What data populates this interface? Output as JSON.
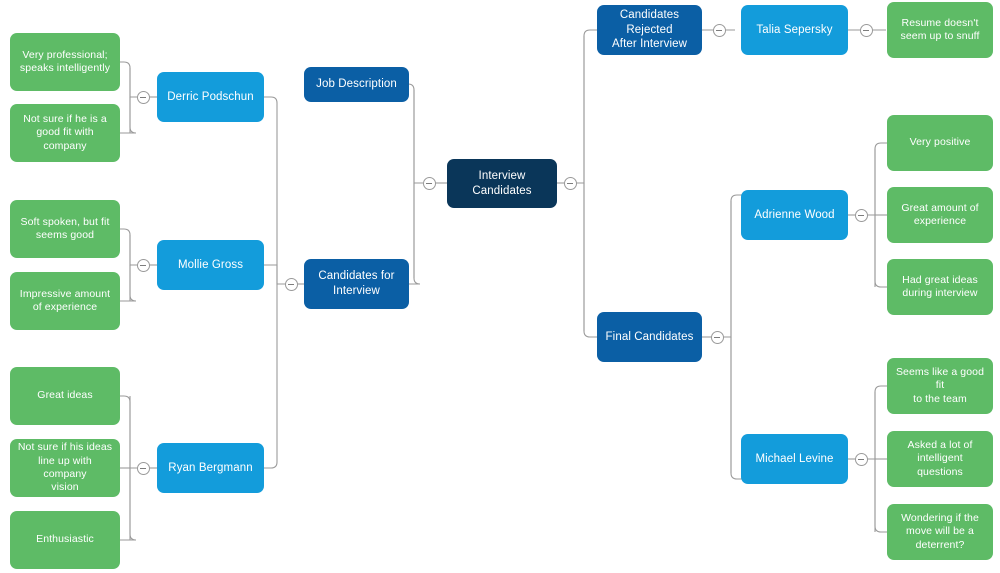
{
  "diagram": {
    "title": "Interview Candidates Mind Map",
    "type": "mind-map",
    "background": "#ffffff",
    "link_color": "#9a9a9a",
    "palette": {
      "root": "#0a3659",
      "branch": "#0b5fa5",
      "person": "#139cdb",
      "note": "#5ebb66",
      "text": "#ffffff"
    }
  },
  "nodes": {
    "root": {
      "label": "Interview Candidates",
      "level": "root"
    },
    "job_description": {
      "label": "Job Description",
      "level": "branch"
    },
    "candidates_for_interview": {
      "label": "Candidates for\nInterview",
      "level": "branch"
    },
    "candidates_rejected": {
      "label": "Candidates Rejected\nAfter Interview",
      "level": "branch"
    },
    "final_candidates": {
      "label": "Final Candidates",
      "level": "branch"
    },
    "derric": {
      "label": "Derric Podschun",
      "level": "person"
    },
    "mollie": {
      "label": "Mollie Gross",
      "level": "person"
    },
    "ryan": {
      "label": "Ryan Bergmann",
      "level": "person"
    },
    "talia": {
      "label": "Talia Sepersky",
      "level": "person"
    },
    "adrienne": {
      "label": "Adrienne Wood",
      "level": "person"
    },
    "michael": {
      "label": "Michael Levine",
      "level": "person"
    },
    "derric_n1": {
      "label": "Very professional;\nspeaks intelligently",
      "level": "note"
    },
    "derric_n2": {
      "label": "Not sure if he is a\ngood fit with\ncompany",
      "level": "note"
    },
    "mollie_n1": {
      "label": "Soft spoken, but fit\nseems good",
      "level": "note"
    },
    "mollie_n2": {
      "label": "Impressive amount\nof experience",
      "level": "note"
    },
    "ryan_n1": {
      "label": "Great ideas",
      "level": "note"
    },
    "ryan_n2": {
      "label": "Not sure if his ideas\nline up with company\nvision",
      "level": "note"
    },
    "ryan_n3": {
      "label": "Enthusiastic",
      "level": "note"
    },
    "talia_n1": {
      "label": "Resume doesn't\nseem up to snuff",
      "level": "note"
    },
    "adrienne_n1": {
      "label": "Very positive",
      "level": "note"
    },
    "adrienne_n2": {
      "label": "Great amount of\nexperience",
      "level": "note"
    },
    "adrienne_n3": {
      "label": "Had great ideas\nduring interview",
      "level": "note"
    },
    "michael_n1": {
      "label": "Seems like a good fit\nto the team",
      "level": "note"
    },
    "michael_n2": {
      "label": "Asked a lot of\nintelligent questions",
      "level": "note"
    },
    "michael_n3": {
      "label": "Wondering if the\nmove will be a\ndeterrent?",
      "level": "note"
    }
  },
  "toggles": [
    {
      "name": "toggle-root-left"
    },
    {
      "name": "toggle-root-right"
    },
    {
      "name": "toggle-candidates-for-interview"
    },
    {
      "name": "toggle-derric"
    },
    {
      "name": "toggle-mollie"
    },
    {
      "name": "toggle-ryan"
    },
    {
      "name": "toggle-candidates-rejected"
    },
    {
      "name": "toggle-talia"
    },
    {
      "name": "toggle-final-candidates"
    },
    {
      "name": "toggle-adrienne"
    },
    {
      "name": "toggle-michael"
    }
  ]
}
